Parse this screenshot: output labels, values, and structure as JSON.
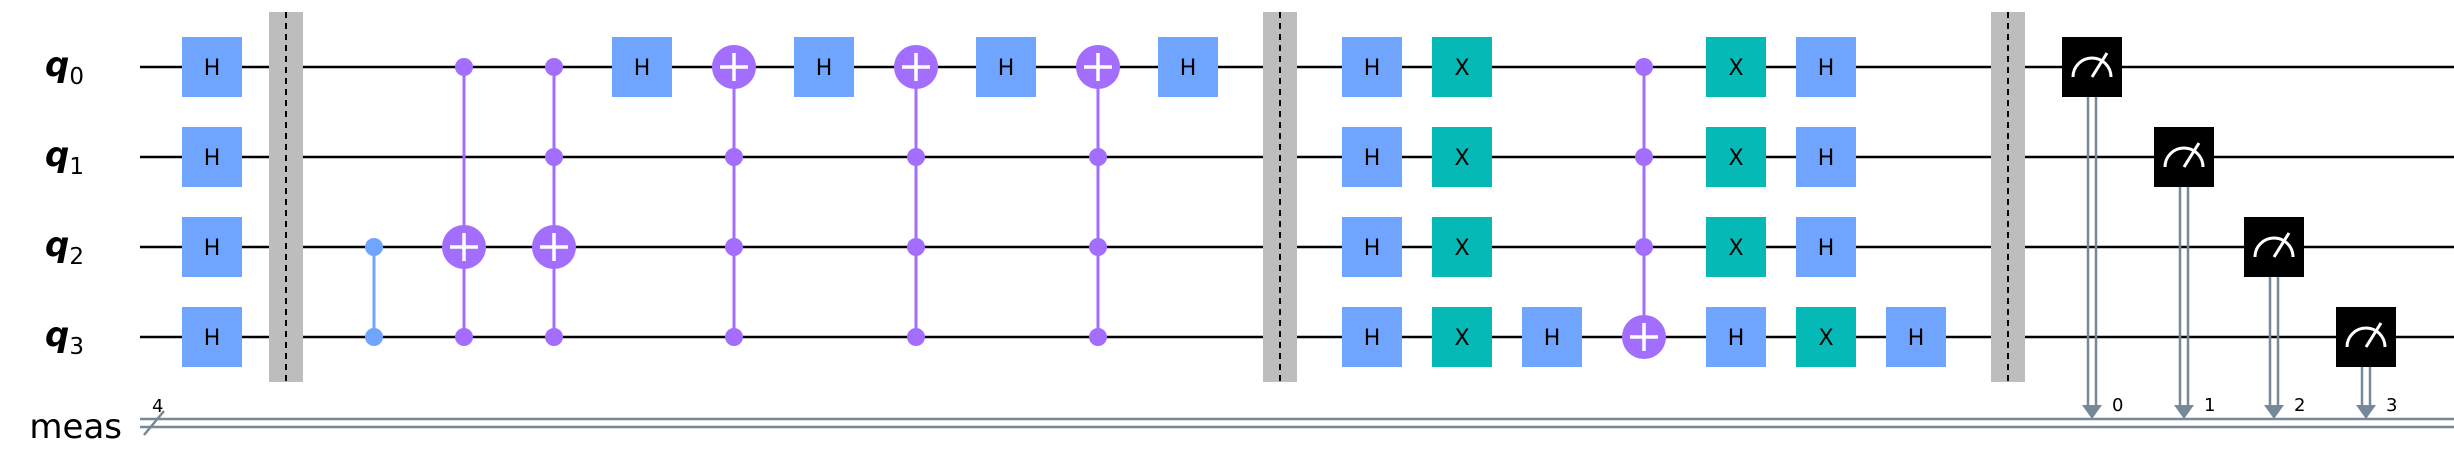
{
  "diagram": {
    "qubit_labels": [
      {
        "base": "q",
        "index": "0"
      },
      {
        "base": "q",
        "index": "1"
      },
      {
        "base": "q",
        "index": "2"
      },
      {
        "base": "q",
        "index": "3"
      }
    ],
    "classical_register": {
      "label": "meas",
      "size": "4",
      "bit_indices": [
        "0",
        "1",
        "2",
        "3"
      ]
    },
    "gate_labels": {
      "h": "H",
      "x": "X"
    },
    "colors": {
      "h_gate": "#6fa4ff",
      "x_gate": "#05bab6",
      "control": "#a36dfd",
      "cz_control": "#6fa4ff",
      "barrier": "#bdbdbd",
      "measure_box": "#000000",
      "classical_wire": "#778899",
      "wire": "#000000"
    },
    "gates": [
      {
        "type": "H",
        "col": 0,
        "q": 0
      },
      {
        "type": "H",
        "col": 0,
        "q": 1
      },
      {
        "type": "H",
        "col": 0,
        "q": 2
      },
      {
        "type": "H",
        "col": 0,
        "q": 3
      },
      {
        "type": "barrier",
        "col": 1
      },
      {
        "type": "cz",
        "col": 2,
        "qubits": [
          2,
          3
        ]
      },
      {
        "type": "mcx",
        "col": 3,
        "controls": [
          0,
          3
        ],
        "target": 2
      },
      {
        "type": "mcx",
        "col": 4,
        "controls": [
          0,
          1,
          3
        ],
        "target": 2
      },
      {
        "type": "H",
        "col": 5,
        "q": 0
      },
      {
        "type": "mcx",
        "col": 6,
        "controls": [
          1,
          2,
          3
        ],
        "target": 0
      },
      {
        "type": "H",
        "col": 7,
        "q": 0
      },
      {
        "type": "mcx",
        "col": 8,
        "controls": [
          1,
          2,
          3
        ],
        "target": 0
      },
      {
        "type": "H",
        "col": 9,
        "q": 0
      },
      {
        "type": "mcx",
        "col": 10,
        "controls": [
          1,
          2,
          3
        ],
        "target": 0
      },
      {
        "type": "H",
        "col": 11,
        "q": 0
      },
      {
        "type": "barrier",
        "col": 12
      },
      {
        "type": "H",
        "col": 13,
        "q": 0
      },
      {
        "type": "H",
        "col": 13,
        "q": 1
      },
      {
        "type": "H",
        "col": 13,
        "q": 2
      },
      {
        "type": "H",
        "col": 13,
        "q": 3
      },
      {
        "type": "X",
        "col": 14,
        "q": 0
      },
      {
        "type": "X",
        "col": 14,
        "q": 1
      },
      {
        "type": "X",
        "col": 14,
        "q": 2
      },
      {
        "type": "X",
        "col": 14,
        "q": 3
      },
      {
        "type": "H",
        "col": 15,
        "q": 3
      },
      {
        "type": "mcx",
        "col": 16,
        "controls": [
          0,
          1,
          2
        ],
        "target": 3
      },
      {
        "type": "X",
        "col": 17,
        "q": 0
      },
      {
        "type": "X",
        "col": 17,
        "q": 1
      },
      {
        "type": "X",
        "col": 17,
        "q": 2
      },
      {
        "type": "H",
        "col": 17,
        "q": 3
      },
      {
        "type": "H",
        "col": 18,
        "q": 0
      },
      {
        "type": "H",
        "col": 18,
        "q": 1
      },
      {
        "type": "H",
        "col": 18,
        "q": 2
      },
      {
        "type": "X",
        "col": 18,
        "q": 3
      },
      {
        "type": "H",
        "col": 19,
        "q": 3
      },
      {
        "type": "barrier",
        "col": 20
      },
      {
        "type": "measure",
        "col": 21,
        "q": 0,
        "bit": 0
      },
      {
        "type": "measure",
        "col": 22,
        "q": 1,
        "bit": 1
      },
      {
        "type": "measure",
        "col": 23,
        "q": 2,
        "bit": 2
      },
      {
        "type": "measure",
        "col": 24,
        "q": 3,
        "bit": 3
      }
    ]
  }
}
